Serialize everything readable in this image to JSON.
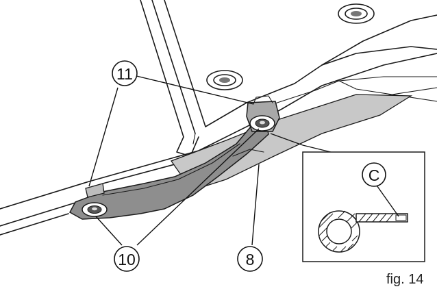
{
  "figure": {
    "caption": "fig. 14",
    "callouts": {
      "c11": "11",
      "c10": "10",
      "c8": "8",
      "cC": "C"
    }
  }
}
